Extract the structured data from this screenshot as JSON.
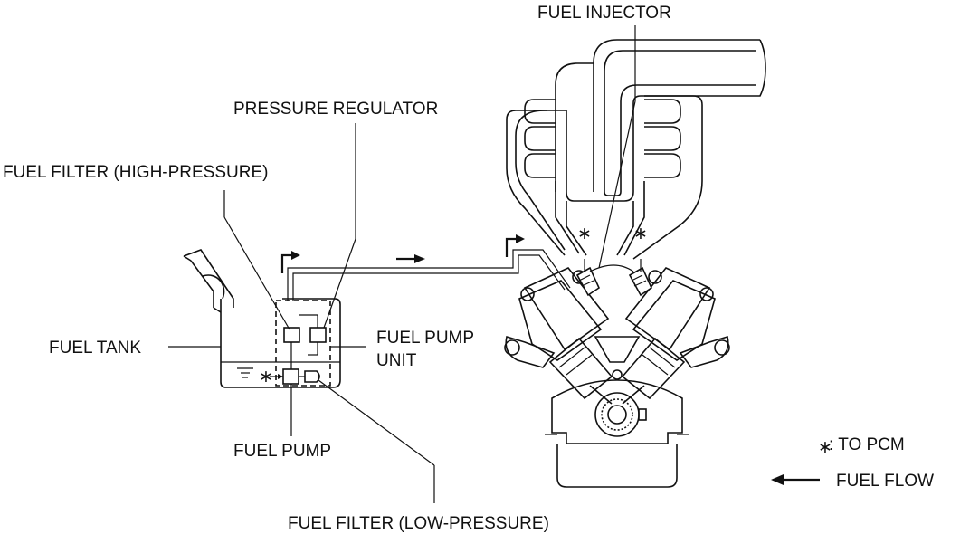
{
  "labels": {
    "fuel_injector": "FUEL INJECTOR",
    "pressure_regulator": "PRESSURE REGULATOR",
    "fuel_filter_high": "FUEL FILTER (HIGH-PRESSURE)",
    "fuel_tank": "FUEL TANK",
    "fuel_pump_unit_line1": "FUEL PUMP",
    "fuel_pump_unit_line2": "UNIT",
    "fuel_pump": "FUEL PUMP",
    "fuel_filter_low": "FUEL FILTER (LOW-PRESSURE)"
  },
  "legend": {
    "pcm_mark": "∗",
    "pcm_text": ": TO PCM",
    "flow_text": "FUEL FLOW"
  },
  "markers": {
    "pcm_symbol": "∗"
  }
}
